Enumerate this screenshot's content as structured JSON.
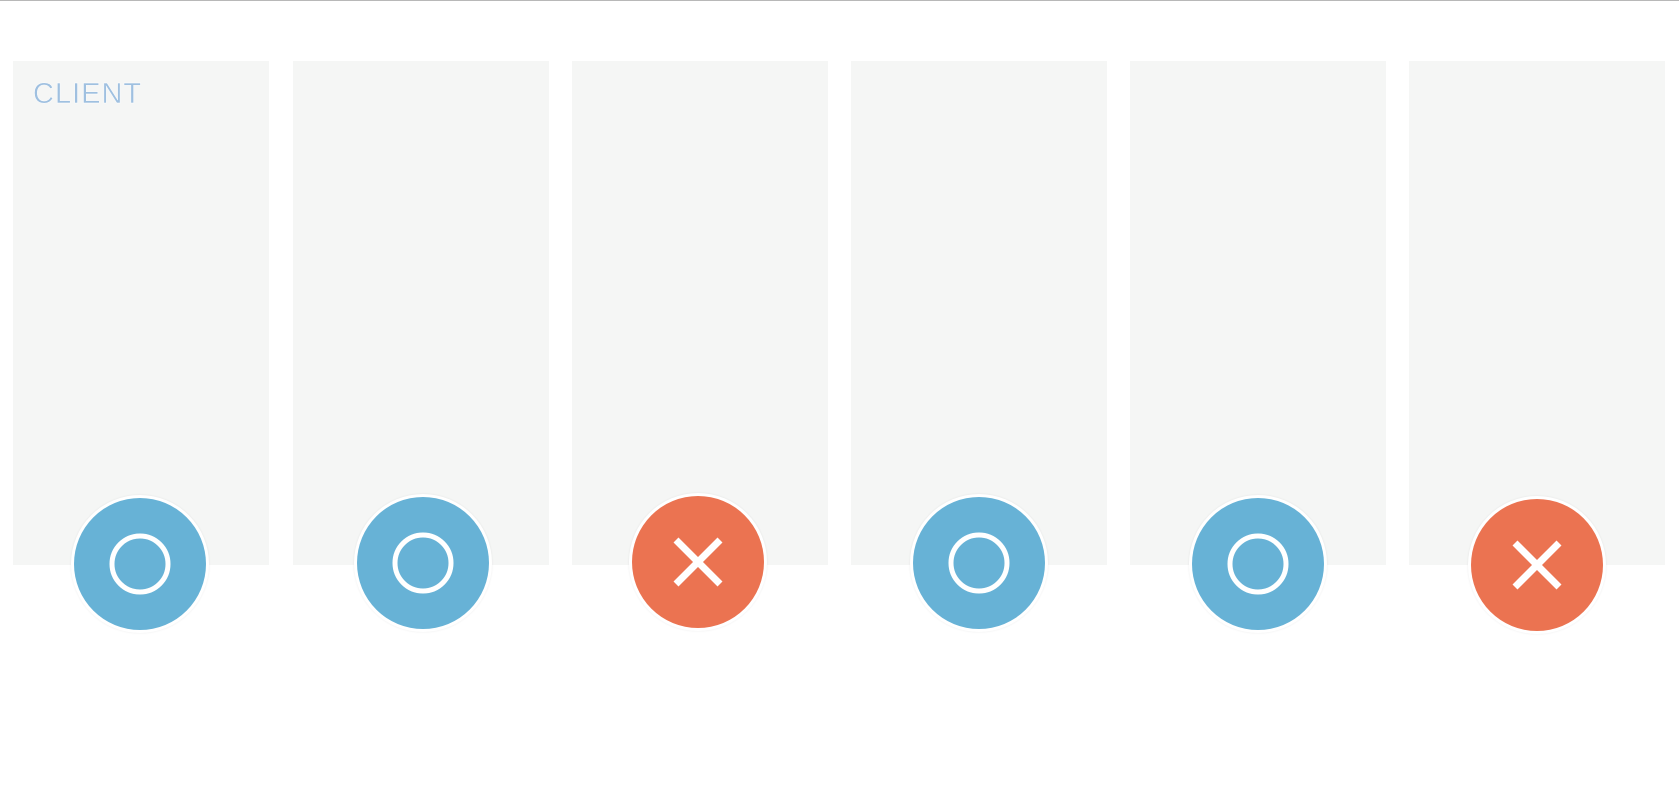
{
  "colors": {
    "ok": "#67b2d6",
    "fail": "#eb7351",
    "panel": "#f5f6f5",
    "label": "#9fc0e0"
  },
  "columns": [
    {
      "label": "CLIENT",
      "status": "ok",
      "icon": "target-icon"
    },
    {
      "label": "",
      "status": "ok",
      "icon": "target-icon"
    },
    {
      "label": "",
      "status": "fail",
      "icon": "close-icon"
    },
    {
      "label": "",
      "status": "ok",
      "icon": "target-icon"
    },
    {
      "label": "",
      "status": "ok",
      "icon": "target-icon"
    },
    {
      "label": "",
      "status": "fail",
      "icon": "close-icon"
    }
  ]
}
